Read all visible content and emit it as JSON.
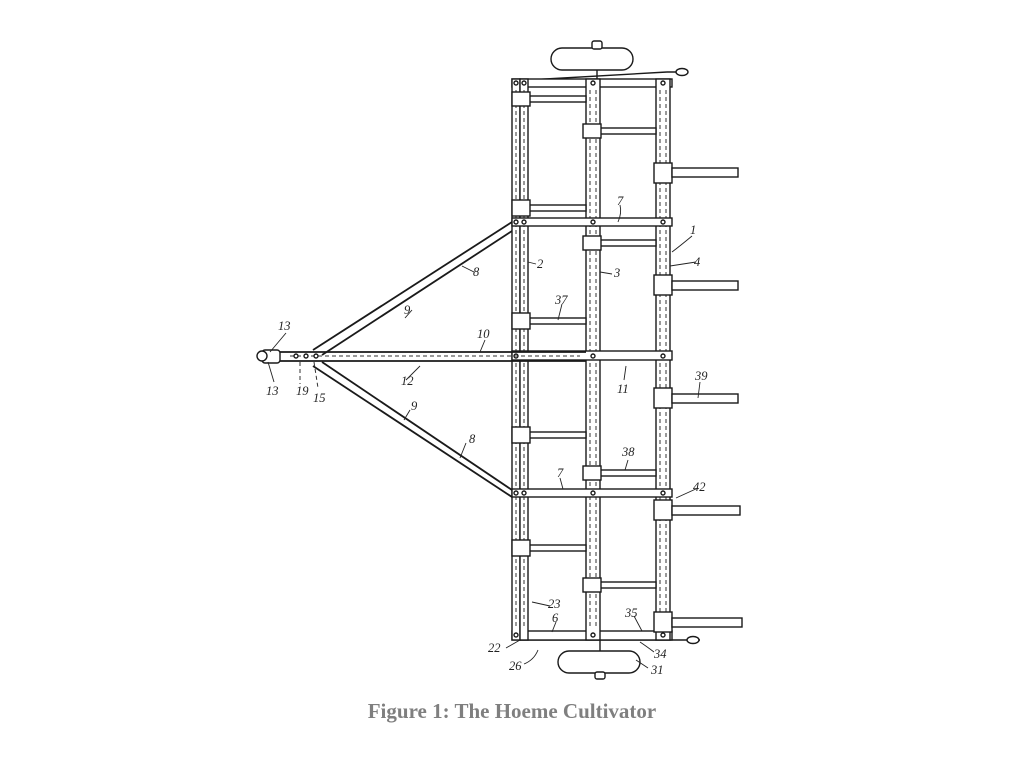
{
  "caption": "Figure 1: The Hoeme Cultivator",
  "drawing": {
    "subject": "patent-drawing-cultivator",
    "reference_numerals": [
      {
        "id": "n1",
        "text": "1"
      },
      {
        "id": "n2",
        "text": "2"
      },
      {
        "id": "n3",
        "text": "3"
      },
      {
        "id": "n4",
        "text": "4"
      },
      {
        "id": "n6",
        "text": "6"
      },
      {
        "id": "n7a",
        "text": "7"
      },
      {
        "id": "n7b",
        "text": "7"
      },
      {
        "id": "n8a",
        "text": "8"
      },
      {
        "id": "n8b",
        "text": "8"
      },
      {
        "id": "n9a",
        "text": "9"
      },
      {
        "id": "n9b",
        "text": "9"
      },
      {
        "id": "n10",
        "text": "10"
      },
      {
        "id": "n11",
        "text": "11"
      },
      {
        "id": "n12",
        "text": "12"
      },
      {
        "id": "n13a",
        "text": "13"
      },
      {
        "id": "n13b",
        "text": "13"
      },
      {
        "id": "n15",
        "text": "15"
      },
      {
        "id": "n19",
        "text": "19"
      },
      {
        "id": "n22",
        "text": "22"
      },
      {
        "id": "n23",
        "text": "23"
      },
      {
        "id": "n26",
        "text": "26"
      },
      {
        "id": "n31",
        "text": "31"
      },
      {
        "id": "n34",
        "text": "34"
      },
      {
        "id": "n35",
        "text": "35"
      },
      {
        "id": "n37",
        "text": "37"
      },
      {
        "id": "n38",
        "text": "38"
      },
      {
        "id": "n39",
        "text": "39"
      },
      {
        "id": "n42",
        "text": "42"
      }
    ]
  }
}
